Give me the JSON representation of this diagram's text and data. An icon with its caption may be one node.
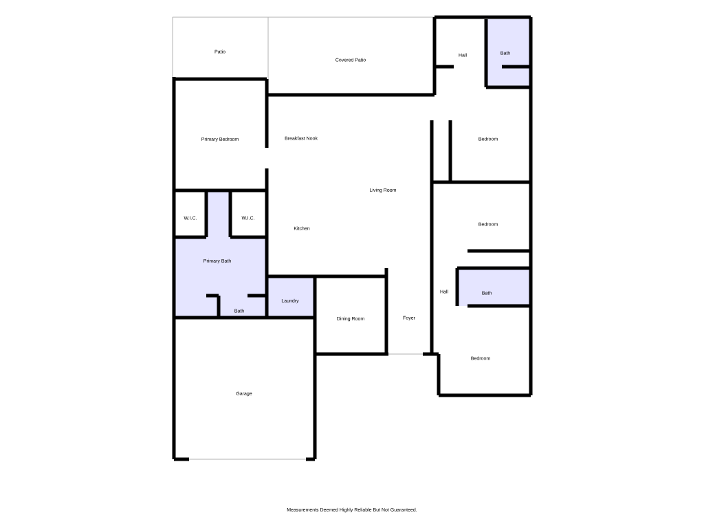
{
  "diagram": {
    "caption": "Measurements Deemed Highly Reliable But Not Guaranteed.",
    "labels": [
      "Patio",
      "Covered Patio",
      "Hall",
      "Bath",
      "Primary Bedroom",
      "Breakfast Nook",
      "Bedroom",
      "Living Room",
      "W.I.C.",
      "W.I.C.",
      "Kitchen",
      "Bedroom",
      "Primary Bath",
      "Laundry",
      "Hall",
      "Bath",
      "Dining Room",
      "Foyer",
      "Bath",
      "Bedroom",
      "Garage"
    ]
  }
}
